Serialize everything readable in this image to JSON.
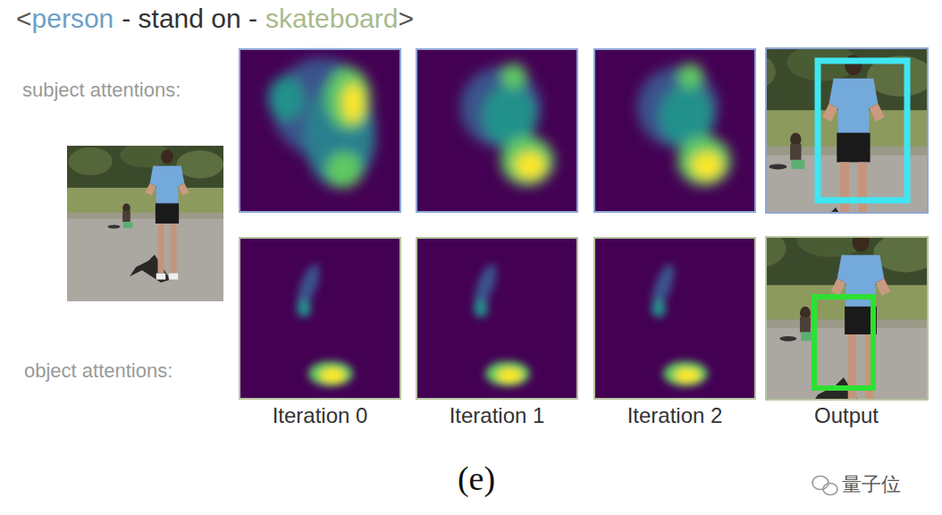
{
  "diagram": {
    "caption": "(e)",
    "labels": [
      "<",
      "person",
      "- stand on -",
      "skateboard",
      ">",
      "subject attentions:",
      "object attentions:",
      "Iteration 0",
      "Iteration 1",
      "Iteration 2",
      "Output",
      "量子位"
    ]
  }
}
